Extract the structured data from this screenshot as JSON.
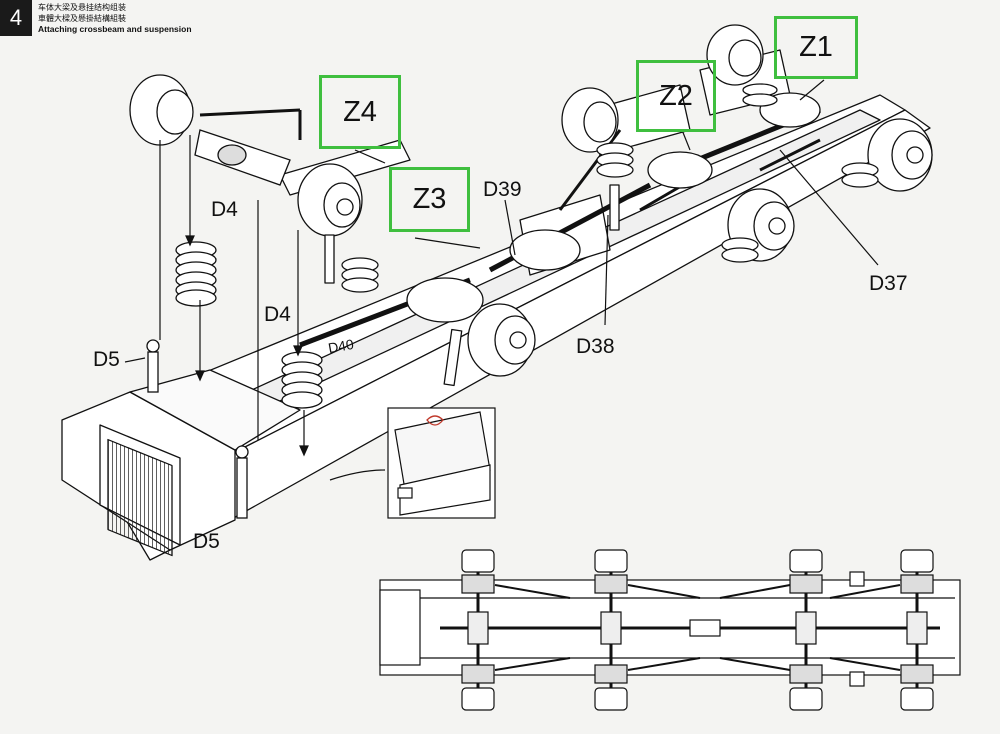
{
  "header": {
    "step_number": "4",
    "title_cn_1": "车体大梁及悬挂结构组装",
    "title_cn_2": "車體大樑及懸掛結構組裝",
    "title_en": "Attaching crossbeam and suspension"
  },
  "callouts": {
    "z1": "Z1",
    "z2": "Z2",
    "z3": "Z3",
    "z4": "Z4"
  },
  "part_labels": {
    "d4_upper": "D4",
    "d4_lower": "D4",
    "d5_upper": "D5",
    "d5_lower": "D5",
    "d37": "D37",
    "d38": "D38",
    "d39": "D39",
    "d40": "D40"
  },
  "colors": {
    "callout_border": "#3fbf3f",
    "ink": "#111111",
    "paper": "#f4f4f2",
    "detail_mark": "#c0392b"
  }
}
